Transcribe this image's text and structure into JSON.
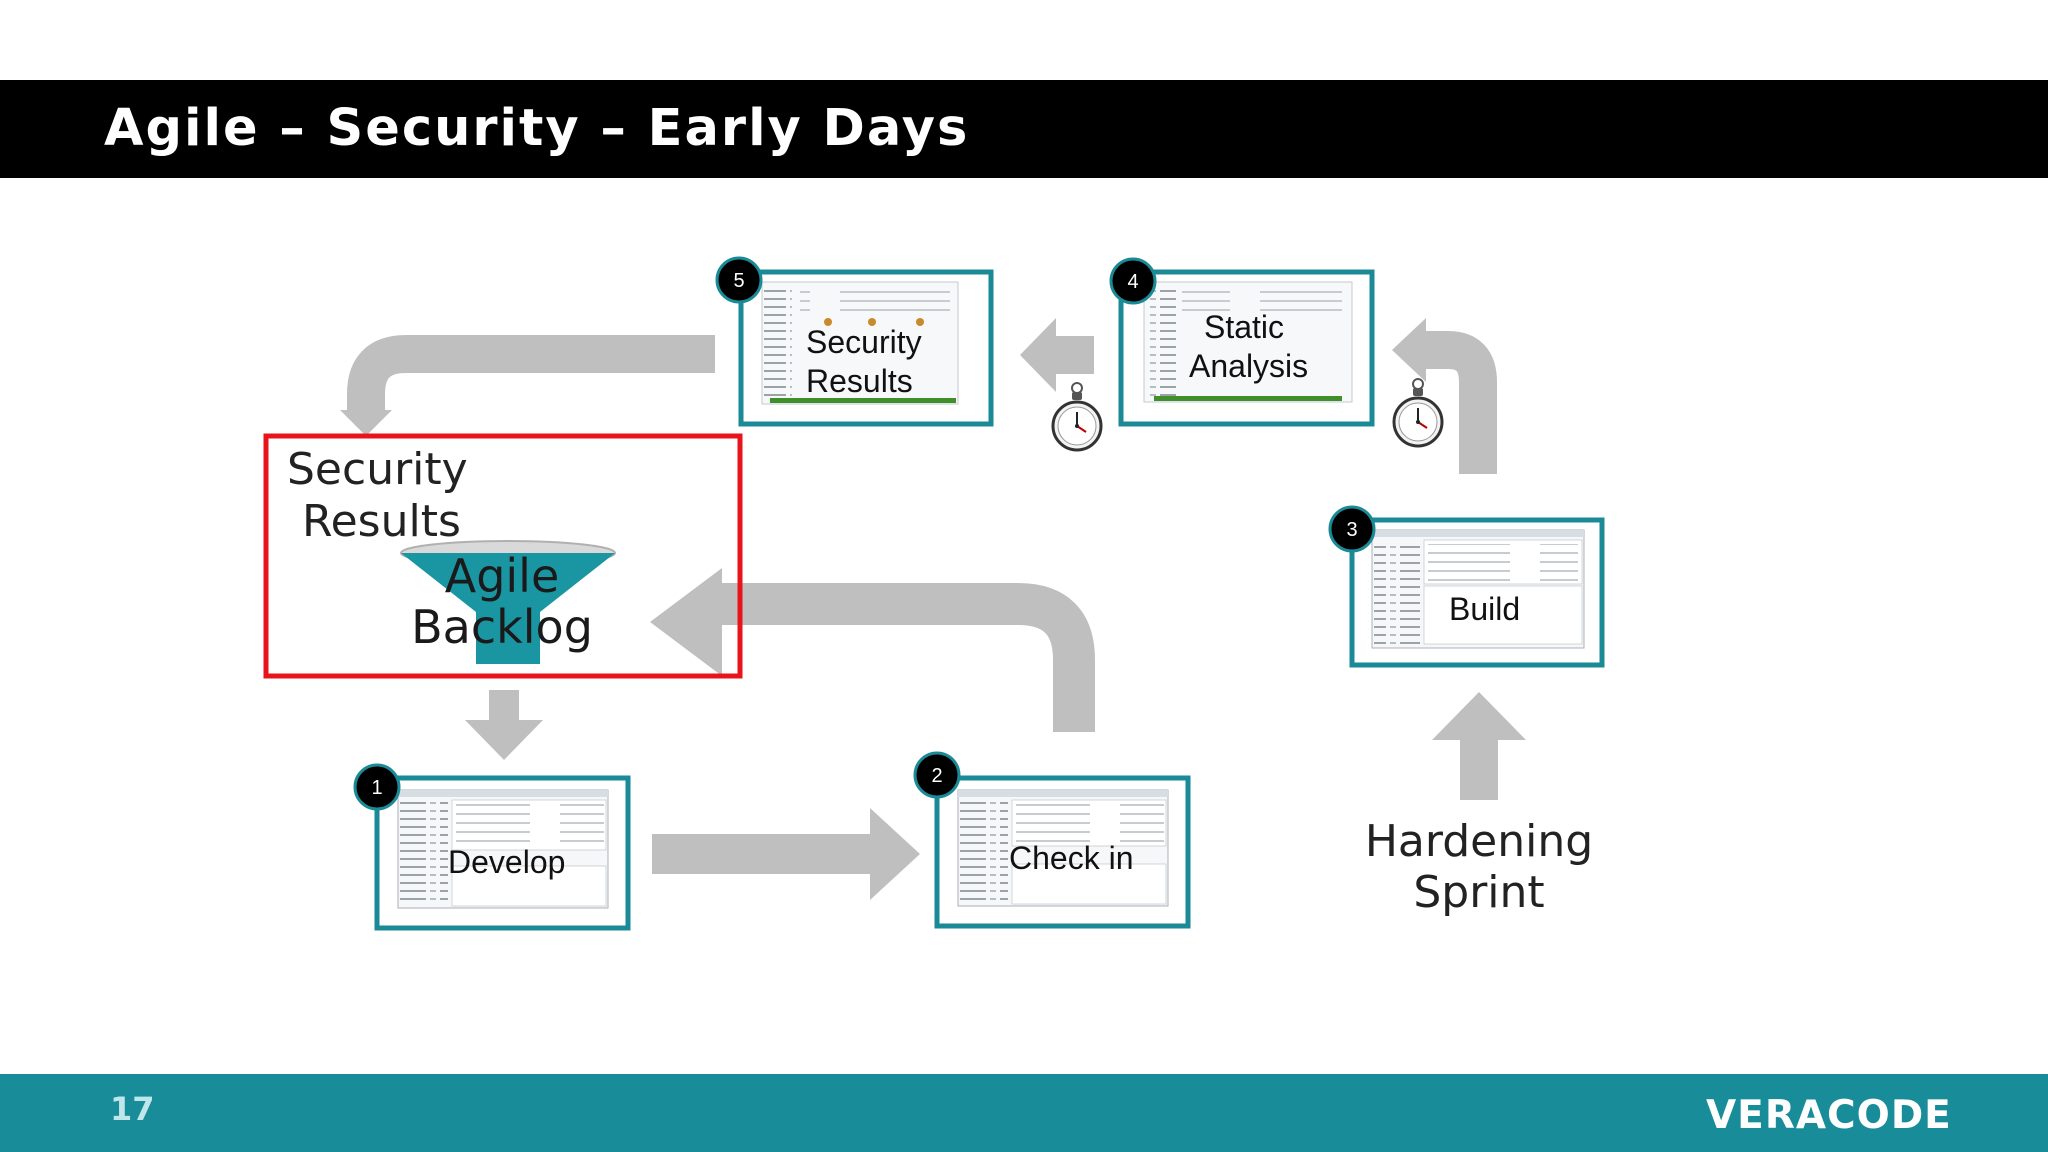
{
  "slide": {
    "title": "Agile – Security – Early Days",
    "page_number": "17",
    "brand": "VERACODE"
  },
  "diagram": {
    "backlog": {
      "label_line1": "Security",
      "label_line2": "Results",
      "funnel_line1": "Agile",
      "funnel_line2": "Backlog",
      "highlight_color": "#e8141b"
    },
    "steps": [
      {
        "number": "1",
        "caption": "Develop"
      },
      {
        "number": "2",
        "caption": "Check in"
      },
      {
        "number": "3",
        "caption": "Build"
      },
      {
        "number": "4",
        "caption_line1": "Static",
        "caption_line2": "Analysis"
      },
      {
        "number": "5",
        "caption_line1": "Security",
        "caption_line2": "Results"
      }
    ],
    "hardening": {
      "line1": "Hardening",
      "line2": "Sprint"
    },
    "colors": {
      "box_border": "#1b8a97",
      "arrow": "#bfbfbf",
      "funnel": "#1a96a3",
      "footer": "#188c99"
    },
    "icons": [
      "stopwatch-icon",
      "stopwatch-icon"
    ]
  }
}
